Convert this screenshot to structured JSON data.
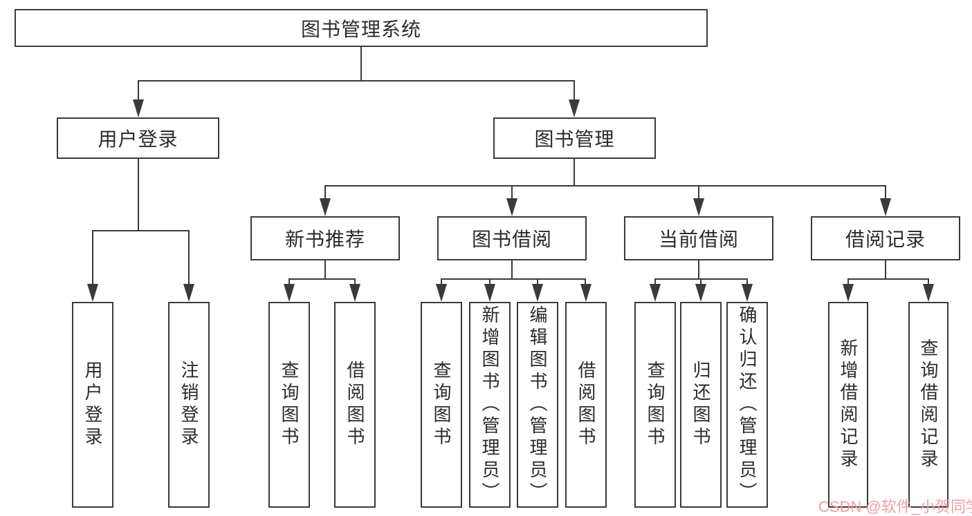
{
  "colors": {
    "line": "#3a3a3a",
    "text": "#2b2b2b",
    "box_bg": "#ffffff",
    "watermark": "#f19ea6"
  },
  "watermark": {
    "text": "CSDN @软件_小贺同学"
  },
  "tree": {
    "root_label": "图书管理系统",
    "children": [
      {
        "label": "用户登录",
        "children": [
          {
            "label": "用户登录"
          },
          {
            "label": "注销登录"
          }
        ]
      },
      {
        "label": "图书管理",
        "children": [
          {
            "label": "新书推荐",
            "children": [
              {
                "label": "查询图书"
              },
              {
                "label": "借阅图书"
              }
            ]
          },
          {
            "label": "图书借阅",
            "children": [
              {
                "label": "查询图书"
              },
              {
                "label": "新增图书（管理员）"
              },
              {
                "label": "编辑图书（管理员）"
              },
              {
                "label": "借阅图书"
              }
            ]
          },
          {
            "label": "当前借阅",
            "children": [
              {
                "label": "查询图书"
              },
              {
                "label": "归还图书"
              },
              {
                "label": "确认归还（管理员）"
              }
            ]
          },
          {
            "label": "借阅记录",
            "children": [
              {
                "label": "新增借阅记录"
              },
              {
                "label": "查询借阅记录"
              }
            ]
          }
        ]
      }
    ]
  }
}
